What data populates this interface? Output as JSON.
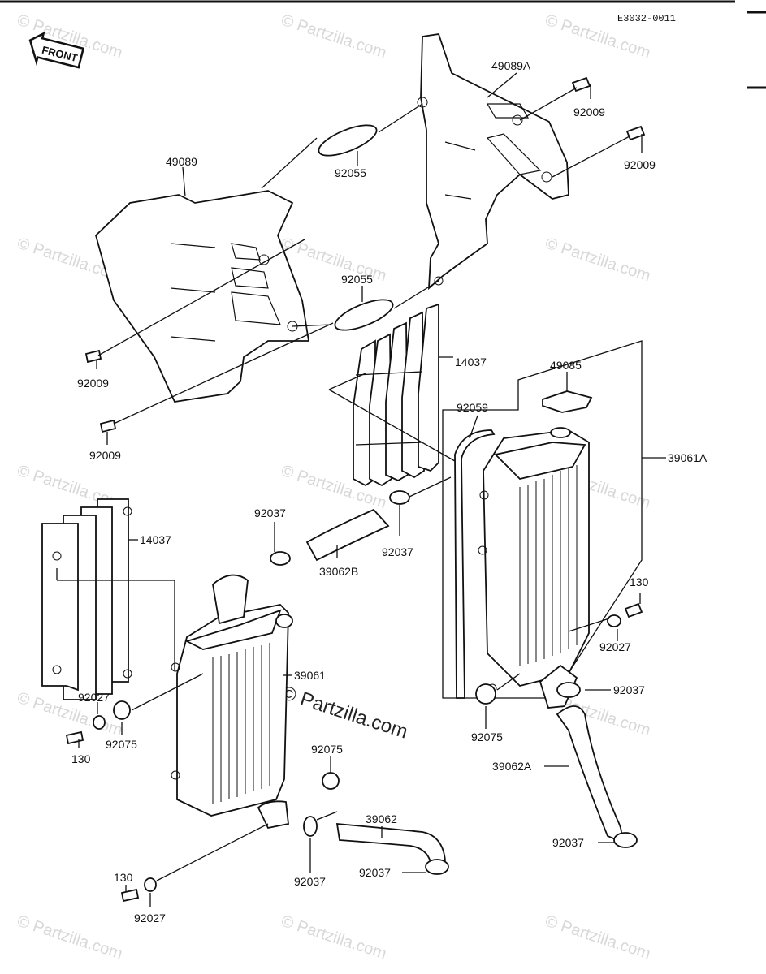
{
  "diagram_code": "E3032-0011",
  "front_label": "FRONT",
  "watermark": "© Partzilla.com",
  "labels": {
    "p49089A": "49089A",
    "p92009_a": "92009",
    "p92009_b": "92009",
    "p49089": "49089",
    "p92055_a": "92055",
    "p92055_b": "92055",
    "p92009_c": "92009",
    "p92009_d": "92009",
    "p14037_a": "14037",
    "p49085": "49085",
    "p92059": "92059",
    "p39061A": "39061A",
    "p92037_a": "92037",
    "p39062B": "39062B",
    "p92037_b": "92037",
    "p14037_b": "14037",
    "p130_a": "130",
    "p92027_a": "92027",
    "p39061": "39061",
    "p92037_c": "92037",
    "p92027_b": "92027",
    "p92075_a": "92075",
    "p130_b": "130",
    "p92075_b": "92075",
    "p92075_c": "92075",
    "p39062A": "39062A",
    "p39062": "39062",
    "p92037_d": "92037",
    "p92037_e": "92037",
    "p92037_f": "92037",
    "p130_c": "130",
    "p92027_c": "92027"
  }
}
